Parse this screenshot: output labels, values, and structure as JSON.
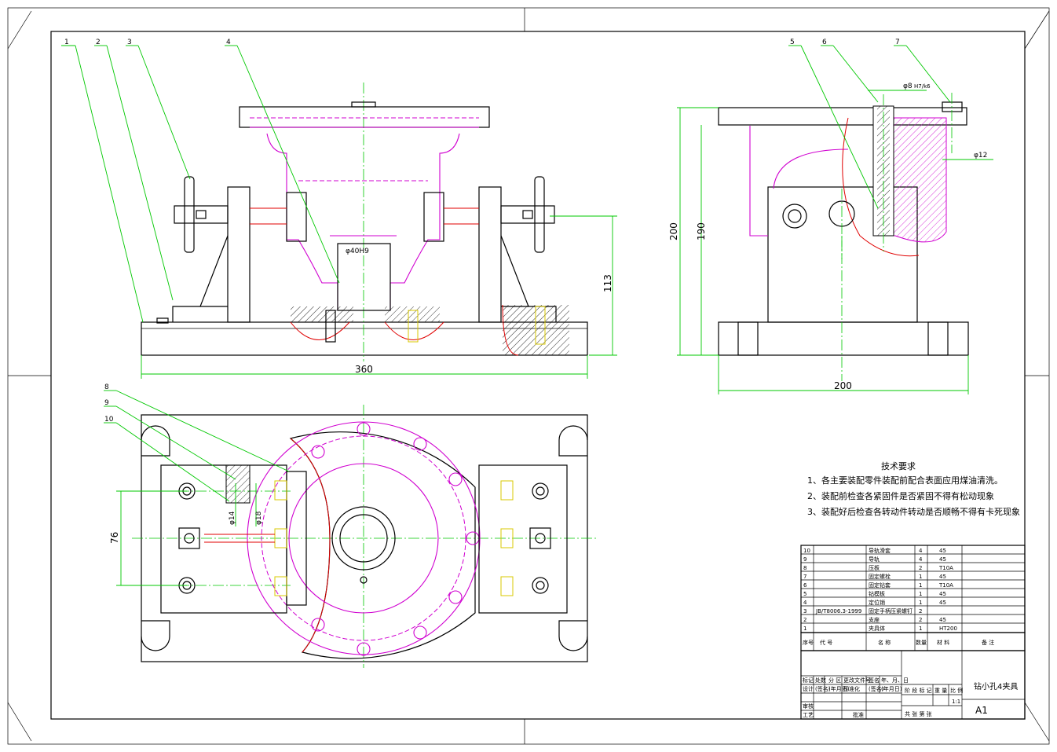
{
  "balloons": [
    "1",
    "2",
    "3",
    "4",
    "5",
    "6",
    "7",
    "8",
    "9",
    "10"
  ],
  "dims": {
    "len360": "360",
    "h113": "113",
    "h200": "200",
    "h190": "190",
    "w200": "200",
    "d76": "76",
    "dia40": "φ40H9",
    "dia8": "φ8",
    "fit8": "H7/k6",
    "dia12": "φ12",
    "dia14": "φ14",
    "dia18": "φ18"
  },
  "notes": {
    "title": "技术要求",
    "items": [
      "1、各主要装配零件装配前配合表面应用煤油清洗。",
      "2、装配前检查各紧固件是否紧固不得有松动现象",
      "3、装配好后检查各转动件转动是否顺畅不得有卡死现象"
    ]
  },
  "bom": [
    {
      "no": "10",
      "code": "",
      "name": "导轨滑套",
      "qty": "4",
      "mat": "45"
    },
    {
      "no": "9",
      "code": "",
      "name": "导轨",
      "qty": "4",
      "mat": "45"
    },
    {
      "no": "8",
      "code": "",
      "name": "压板",
      "qty": "2",
      "mat": "T10A"
    },
    {
      "no": "7",
      "code": "",
      "name": "固定螺栓",
      "qty": "1",
      "mat": "45"
    },
    {
      "no": "6",
      "code": "",
      "name": "固定钻套",
      "qty": "1",
      "mat": "T10A"
    },
    {
      "no": "5",
      "code": "",
      "name": "钻模板",
      "qty": "1",
      "mat": "45"
    },
    {
      "no": "4",
      "code": "",
      "name": "定位销",
      "qty": "1",
      "mat": "45"
    },
    {
      "no": "3",
      "code": "JB/T8006.3-1999",
      "name": "固定手柄压紧螺钉",
      "qty": "2",
      "mat": ""
    },
    {
      "no": "2",
      "code": "",
      "name": "支座",
      "qty": "2",
      "mat": "45"
    },
    {
      "no": "1",
      "code": "",
      "name": "夹具体",
      "qty": "1",
      "mat": "HT200"
    }
  ],
  "bomHeader": {
    "no": "序号",
    "code": "代 号",
    "name": "名 称",
    "qty": "数量",
    "mat": "材 料",
    "note": "备 注"
  },
  "titleBlock": {
    "drawingName": "钻小孔4夹具",
    "size": "A1",
    "scale": "1:1",
    "r1": [
      "标记",
      "处数",
      "分 区",
      "更改文件号",
      "签名",
      "年、月、日"
    ],
    "r2": [
      "设计",
      "(签名)",
      "(年月日)",
      "标准化",
      "(签名)",
      "(年月日)"
    ],
    "stage": "阶 段 标 记",
    "weight": "重 量",
    "ratio": "比 例",
    "review": "审核",
    "process": "工艺",
    "approve": "批准",
    "sheets": "共 张 第 张"
  }
}
